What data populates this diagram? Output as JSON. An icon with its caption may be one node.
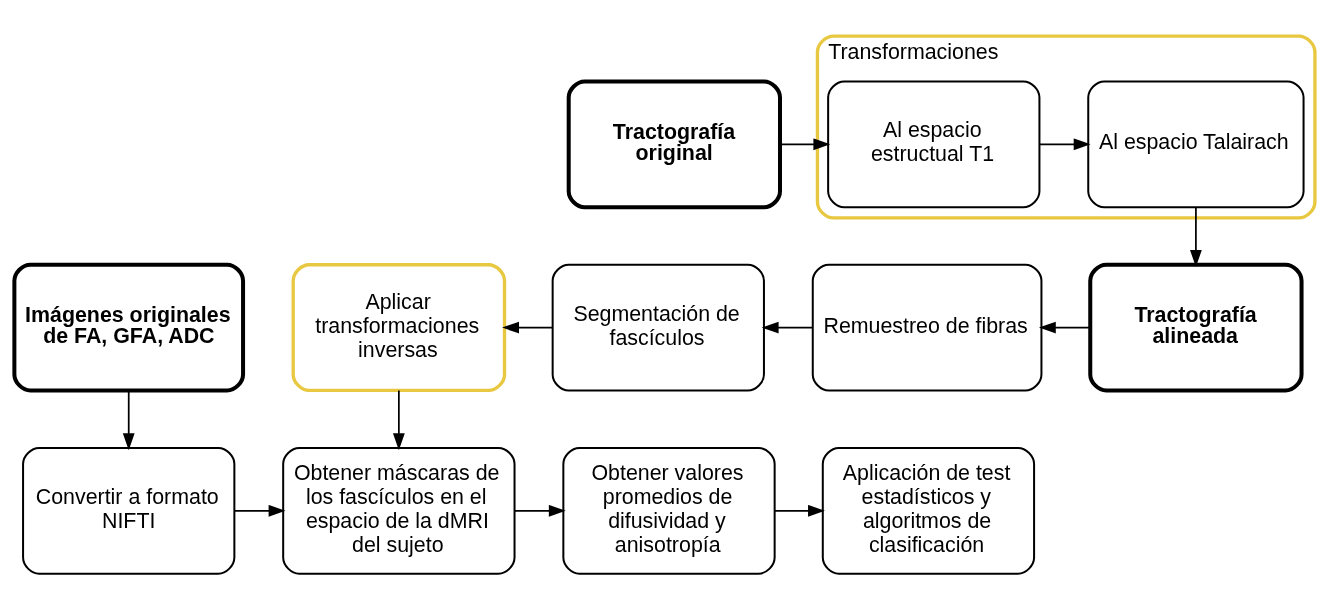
{
  "diagram": {
    "nodes": [
      {
        "text": [
          "Tractografía original"
        ]
      },
      {
        "text": [
          "Transformaciones"
        ]
      },
      {
        "text": [
          "Al espacio estructual T1"
        ],
        "in": 1
      },
      {
        "text": [
          "Al espacio Talairach"
        ],
        "in": 1
      },
      {
        "text": [
          "Imágenes originales de FA, GFA, ADC"
        ]
      },
      {
        "text": [
          "Aplicar transformaciones inversas"
        ]
      },
      {
        "text": [
          "Segmentación de fascículos"
        ]
      },
      {
        "text": [
          "Remuestreo de fibras"
        ]
      },
      {
        "text": [
          "Tractografía alineada"
        ]
      },
      {
        "text": [
          "Convertir a formato NIFTI"
        ]
      },
      {
        "text": [
          "Obtener máscaras de los fascículos en el espacio de la dMRI del sujeto"
        ]
      },
      {
        "text": [
          "Obtener valores promedios de difusividad y anisotropía"
        ]
      },
      {
        "text": [
          "Aplicación de test estadísticos y algoritmos de clasificación"
        ]
      }
    ],
    "edges": [
      {
        "from": 0,
        "to": 2,
        "arrow": "to"
      },
      {
        "from": 2,
        "to": 3,
        "arrow": "to"
      },
      {
        "from": 3,
        "to": 8,
        "arrow": "to"
      },
      {
        "from": 8,
        "to": 7,
        "arrow": "to"
      },
      {
        "from": 7,
        "to": 6,
        "arrow": "to"
      },
      {
        "from": 6,
        "to": 5,
        "arrow": "to"
      },
      {
        "from": 4,
        "to": 9,
        "arrow": "to"
      },
      {
        "from": 5,
        "to": 10,
        "arrow": "to"
      },
      {
        "from": 9,
        "to": 10,
        "arrow": "to"
      },
      {
        "from": 10,
        "to": 11,
        "arrow": "to"
      },
      {
        "from": 11,
        "to": 12,
        "arrow": "to"
      }
    ]
  }
}
